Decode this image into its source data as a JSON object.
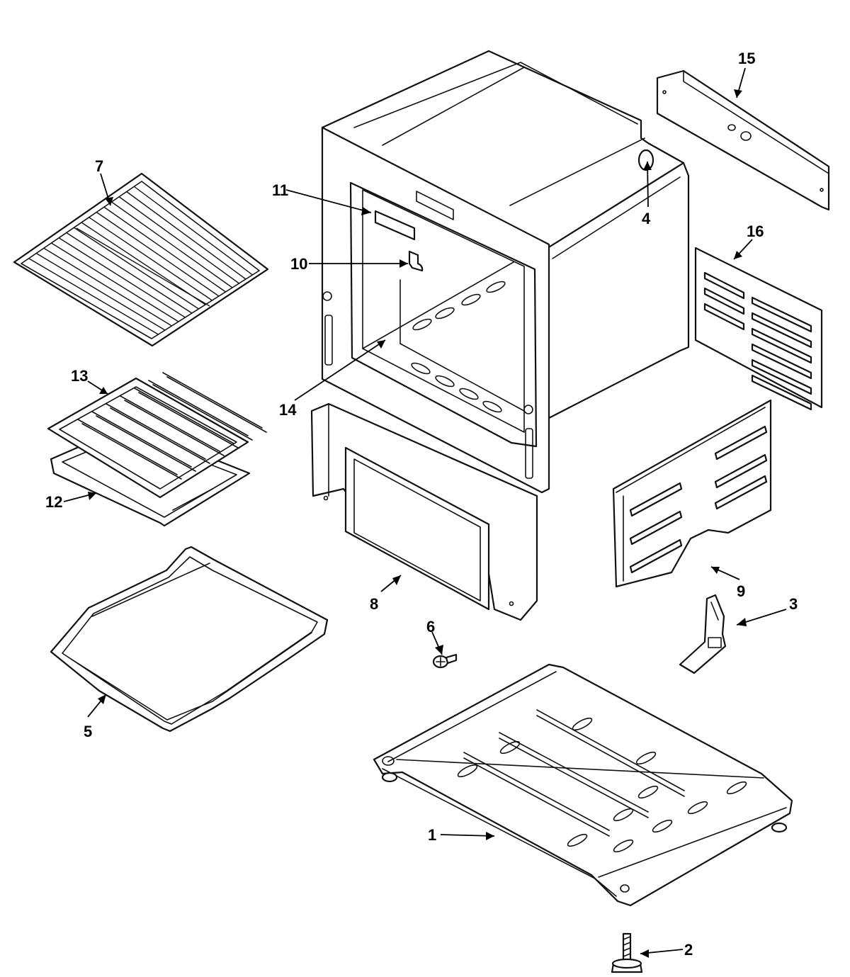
{
  "callouts": [
    {
      "id": "1",
      "label": "1",
      "part": "base-pan"
    },
    {
      "id": "2",
      "label": "2",
      "part": "leveling-leg"
    },
    {
      "id": "3",
      "label": "3",
      "part": "anti-tip-bracket"
    },
    {
      "id": "4",
      "label": "4",
      "part": "cavity-hole"
    },
    {
      "id": "5",
      "label": "5",
      "part": "storage-drawer"
    },
    {
      "id": "6",
      "label": "6",
      "part": "screw"
    },
    {
      "id": "7",
      "label": "7",
      "part": "oven-rack"
    },
    {
      "id": "8",
      "label": "8",
      "part": "kick-panel"
    },
    {
      "id": "9",
      "label": "9",
      "part": "side-panel"
    },
    {
      "id": "10",
      "label": "10",
      "part": "rack-stop"
    },
    {
      "id": "11",
      "label": "11",
      "part": "label-plate"
    },
    {
      "id": "12",
      "label": "12",
      "part": "broiler-pan"
    },
    {
      "id": "13",
      "label": "13",
      "part": "broiler-grid"
    },
    {
      "id": "14",
      "label": "14",
      "part": "oven-cavity"
    },
    {
      "id": "15",
      "label": "15",
      "part": "rear-bracket"
    },
    {
      "id": "16",
      "label": "16",
      "part": "rear-panel"
    }
  ]
}
